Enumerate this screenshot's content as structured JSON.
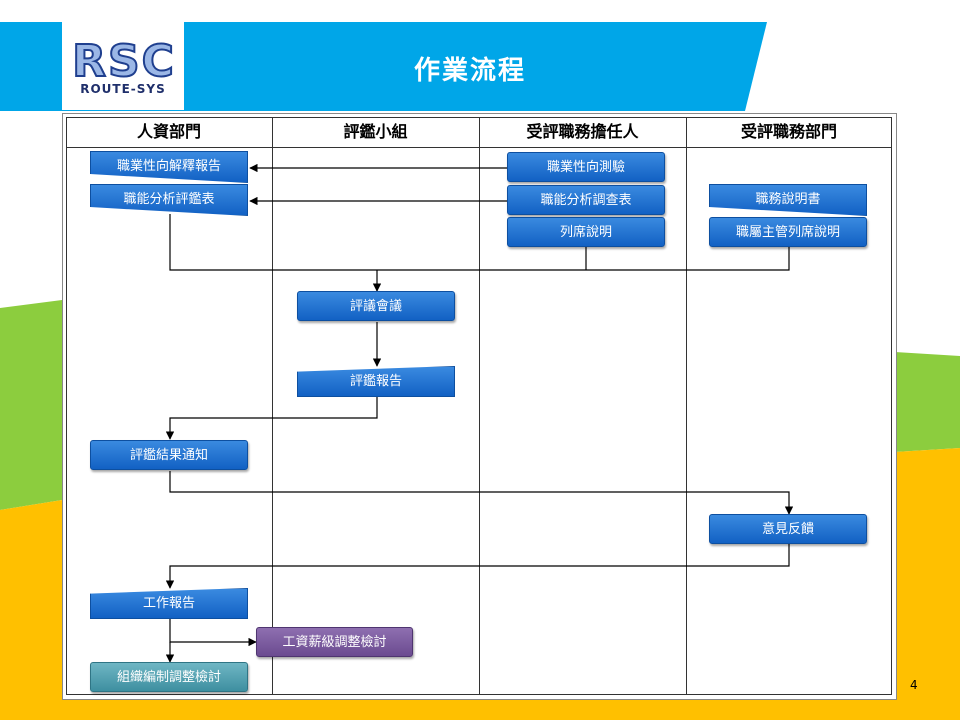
{
  "header": {
    "logo_letters": "RSC",
    "logo_sub": "ROUTE-SYS",
    "title": "作業流程"
  },
  "columns": [
    "人資部門",
    "評鑑小組",
    "受評職務擔任人",
    "受評職務部門"
  ],
  "boxes": {
    "career_report": "職業性向解釋報告",
    "function_form": "職能分析評鑑表",
    "career_test": "職業性向測驗",
    "function_survey": "職能分析調查表",
    "attend_explain": "列席說明",
    "job_description": "職務說明書",
    "supervisor_explain": "職屬主管列席說明",
    "review_meeting": "評議會議",
    "eval_report": "評鑑報告",
    "result_notice": "評鑑結果通知",
    "feedback": "意見反饋",
    "work_report": "工作報告",
    "salary_review": "工資薪級調整檢討",
    "org_review": "組織編制調整檢討"
  },
  "page_number": "4",
  "colors": {
    "header_blue": "#00a6e8",
    "box_blue": "#1f73d2",
    "box_purple": "#7a5aa0",
    "box_teal": "#4ea2b3",
    "bg_green": "#8ccd3e",
    "bg_yellow": "#ffc000"
  }
}
